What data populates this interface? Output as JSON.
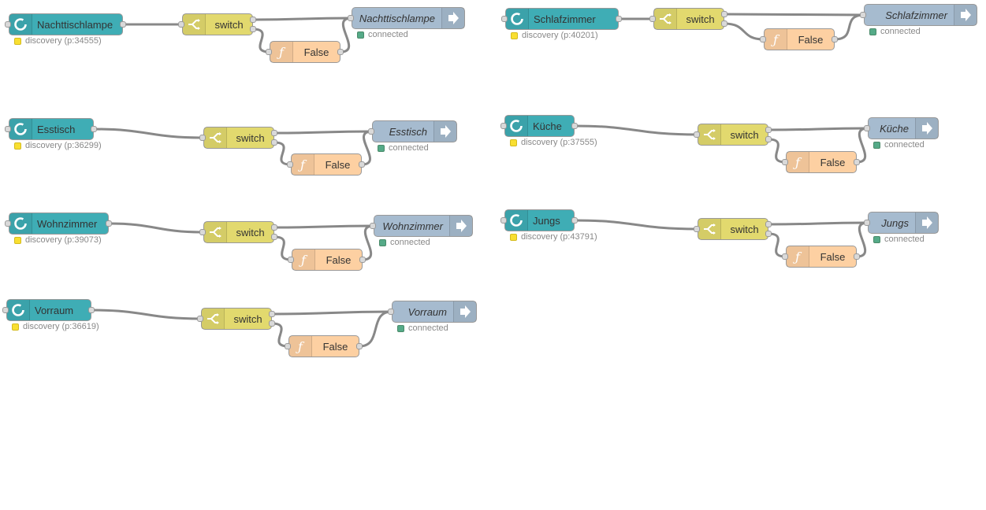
{
  "colors": {
    "input_node": "#3fadb5",
    "switch_node": "#e2d96e",
    "function_node": "#fdd0a2",
    "output_node": "#a6bbcf",
    "wire": "#888888",
    "status_discovery": "#f9df31",
    "status_connected": "#55aa88"
  },
  "icons": {
    "input": "circle-arrow-icon",
    "switch": "switch-branch-icon",
    "function": "function-icon",
    "output": "arrow-right-icon"
  },
  "flows": [
    {
      "id": "nachttischlampe",
      "input": "Nachttischlampe",
      "input_status": "discovery (p:34555)",
      "switch": "switch",
      "function": "False",
      "output": "Nachttischlampe",
      "output_status": "connected"
    },
    {
      "id": "esstisch",
      "input": "Esstisch",
      "input_status": "discovery (p:36299)",
      "switch": "switch",
      "function": "False",
      "output": "Esstisch",
      "output_status": "connected"
    },
    {
      "id": "wohnzimmer",
      "input": "Wohnzimmer",
      "input_status": "discovery (p:39073)",
      "switch": "switch",
      "function": "False",
      "output": "Wohnzimmer",
      "output_status": "connected"
    },
    {
      "id": "vorraum",
      "input": "Vorraum",
      "input_status": "discovery (p:36619)",
      "switch": "switch",
      "function": "False",
      "output": "Vorraum",
      "output_status": "connected"
    },
    {
      "id": "schlafzimmer",
      "input": "Schlafzimmer",
      "input_status": "discovery (p:40201)",
      "switch": "switch",
      "function": "False",
      "output": "Schlafzimmer",
      "output_status": "connected"
    },
    {
      "id": "kueche",
      "input": "Küche",
      "input_status": "discovery (p:37555)",
      "switch": "switch",
      "function": "False",
      "output": "Küche",
      "output_status": "connected"
    },
    {
      "id": "jungs",
      "input": "Jungs",
      "input_status": "discovery (p:43791)",
      "switch": "switch",
      "function": "False",
      "output": "Jungs",
      "output_status": "connected"
    }
  ]
}
